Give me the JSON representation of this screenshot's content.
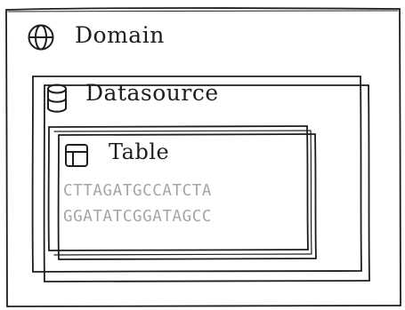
{
  "domain": {
    "label": "Domain",
    "icon": "globe-icon"
  },
  "datasource": {
    "label": "Datasource",
    "icon": "database-icon"
  },
  "table": {
    "label": "Table",
    "icon": "table-icon",
    "sequences": [
      "CTTAGATGCCATCTA",
      "GGATATCGGATAGCC"
    ]
  },
  "colors": {
    "stroke": "#1e1e1e",
    "sequence_text": "#a5a5a5",
    "background": "#ffffff"
  }
}
